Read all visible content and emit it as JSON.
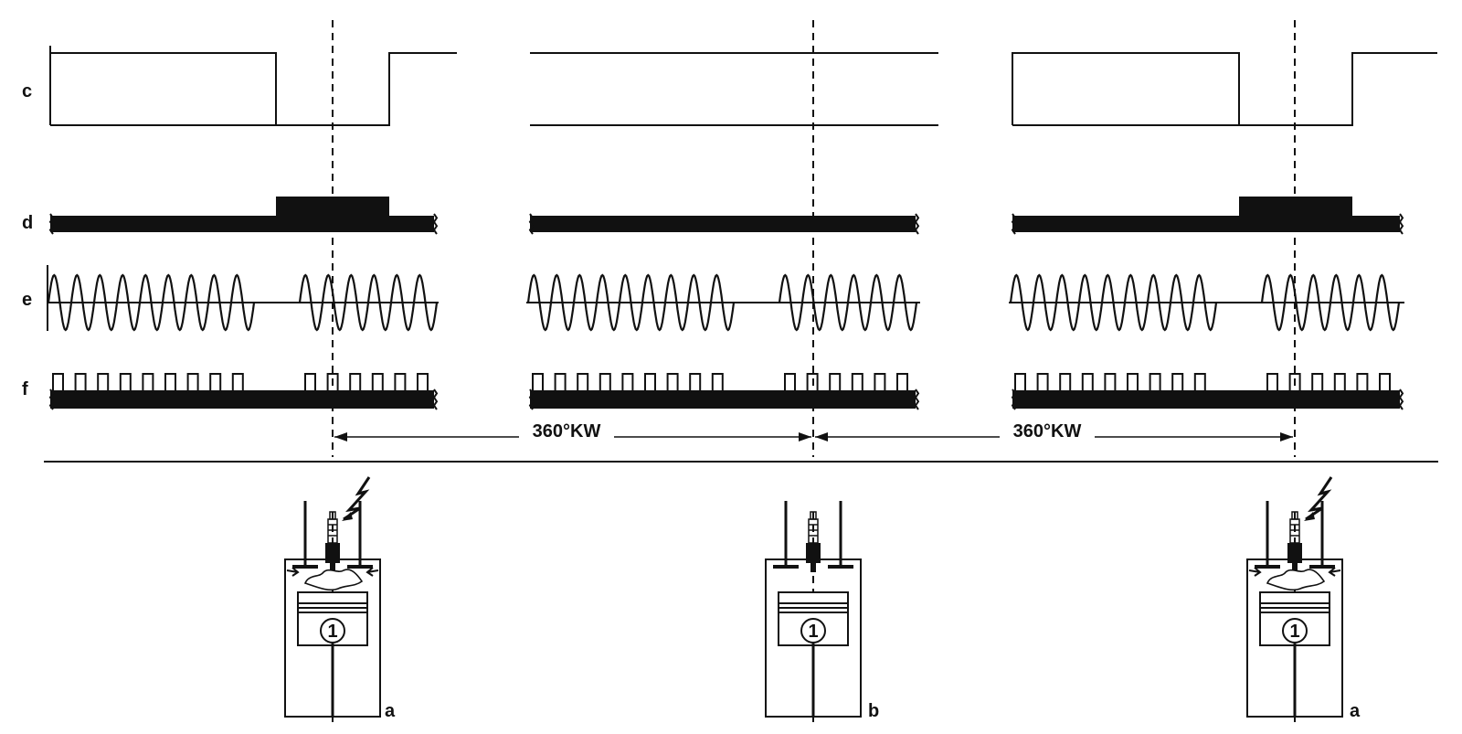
{
  "signal_labels": {
    "c": "c",
    "d": "d",
    "e": "e",
    "f": "f"
  },
  "dimensions": [
    {
      "text": "360°KW"
    },
    {
      "text": "360°KW"
    }
  ],
  "engines": [
    {
      "cylinder_number": "1",
      "label": "a",
      "ignition": true
    },
    {
      "cylinder_number": "1",
      "label": "b",
      "ignition": false
    },
    {
      "cylinder_number": "1",
      "label": "a",
      "ignition": true
    }
  ],
  "colors": {
    "ink": "#111111",
    "background": "#ffffff"
  }
}
